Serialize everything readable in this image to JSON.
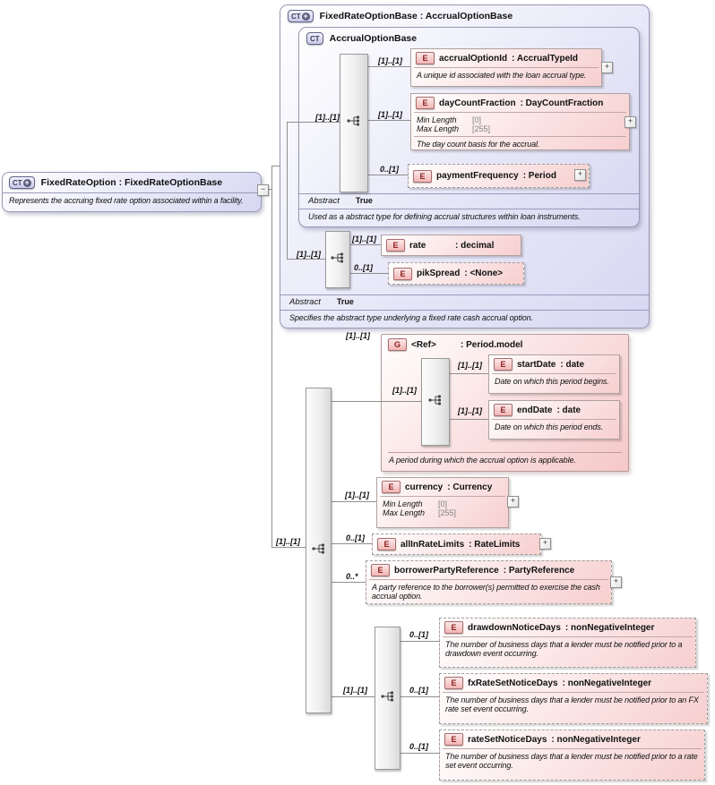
{
  "icons": {
    "complex_type": "CT",
    "element": "E",
    "group": "G",
    "expand": "+",
    "collapse": "−"
  },
  "colors": {
    "complex_type_fill": "#d7d7f2",
    "element_fill": "#f7cfcf",
    "connector": "#8f8f8f"
  },
  "fixed_rate_option": {
    "title": "FixedRateOption : FixedRateOptionBase",
    "description": "Represents the accruing fixed rate option associated within a facility."
  },
  "fixed_rate_option_base": {
    "title": "FixedRateOptionBase : AccrualOptionBase",
    "abstract_label": "Abstract",
    "abstract_value": "True",
    "footer_note": "Specifies the abstract type underlying a fixed rate cash accrual option.",
    "extension_cardinality": "[1]..[1]"
  },
  "accrual_option_base": {
    "title": "AccrualOptionBase",
    "sequence_cardinality": "[1]..[1]",
    "abstract_label": "Abstract",
    "abstract_value": "True",
    "footer_note": "Used as a abstract type for defining accrual structures within loan instruments."
  },
  "period_group": {
    "name": "<Ref>",
    "type": ": Period.model",
    "cardinality": "[1]..[1]",
    "sequence_cardinality": "[1]..[1]",
    "footer_note": "A period during which the accrual option is applicable."
  },
  "main_sequence_cardinality": "[1]..[1]",
  "notice_sequence_cardinality": "[1]..[1]",
  "facet_labels": {
    "min_length": "Min Length",
    "max_length": "Max Length"
  },
  "elements": {
    "accrualOptionId": {
      "name": "accrualOptionId",
      "type": ": AccrualTypeId",
      "cardinality": "[1]..[1]",
      "description": "A unique id associated with the loan accrual type."
    },
    "dayCountFraction": {
      "name": "dayCountFraction",
      "type": ": DayCountFraction",
      "cardinality": "[1]..[1]",
      "min_length": "[0]",
      "max_length": "[255]",
      "description": "The day count basis for the accrual."
    },
    "paymentFrequency": {
      "name": "paymentFrequency",
      "type": ": Period",
      "cardinality": "0..[1]"
    },
    "rate": {
      "name": "rate",
      "type": ": decimal",
      "cardinality": "[1]..[1]"
    },
    "pikSpread": {
      "name": "pikSpread",
      "type": ": <None>",
      "cardinality": "0..[1]"
    },
    "startDate": {
      "name": "startDate",
      "type": ": date",
      "cardinality": "[1]..[1]",
      "description": "Date on which this period begins."
    },
    "endDate": {
      "name": "endDate",
      "type": ": date",
      "cardinality": "[1]..[1]",
      "description": "Date on which this period ends."
    },
    "currency": {
      "name": "currency",
      "type": ": Currency",
      "cardinality": "[1]..[1]",
      "min_length": "[0]",
      "max_length": "[255]"
    },
    "allInRateLimits": {
      "name": "allInRateLimits",
      "type": ": RateLimits",
      "cardinality": "0..[1]"
    },
    "borrowerPartyReference": {
      "name": "borrowerPartyReference",
      "type": ": PartyReference",
      "cardinality": "0..*",
      "description": "A party reference to the borrower(s) permitted to exercise the cash accrual option."
    },
    "drawdownNoticeDays": {
      "name": "drawdownNoticeDays",
      "type": ": nonNegativeInteger",
      "cardinality": "0..[1]",
      "description": "The number of business days that a lender must be notified prior to a drawdown event occurring."
    },
    "fxRateSetNoticeDays": {
      "name": "fxRateSetNoticeDays",
      "type": ": nonNegativeInteger",
      "cardinality": "0..[1]",
      "description": "The number of business days that a lender must be notified prior to an FX rate set event occurring."
    },
    "rateSetNoticeDays": {
      "name": "rateSetNoticeDays",
      "type": ": nonNegativeInteger",
      "cardinality": "0..[1]",
      "description": "The number of business days that a lender must be notified prior to a rate set event occurring."
    }
  }
}
